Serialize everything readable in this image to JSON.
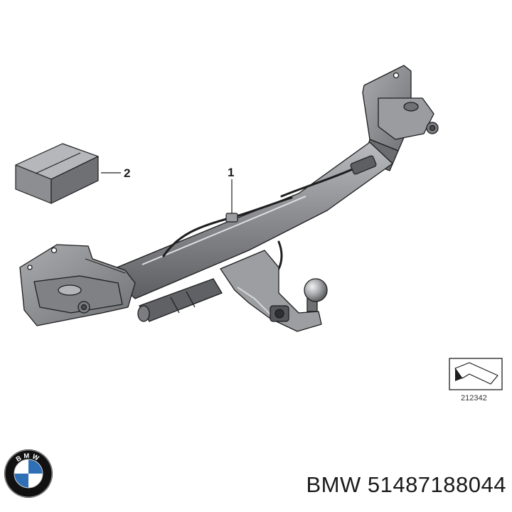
{
  "diagram": {
    "callouts": [
      {
        "id": "1",
        "label": "1"
      },
      {
        "id": "2",
        "label": "2"
      }
    ],
    "reference_number": "212342"
  },
  "caption": {
    "brand": "BMW",
    "part_number": "51487188044",
    "text": "BMW 51487188044"
  },
  "logo": {
    "letters": "BMW",
    "colors": {
      "ring": "#111111",
      "blue": "#2f6fb5",
      "white": "#ffffff"
    }
  },
  "colors": {
    "part_fill": "#8c8e92",
    "part_dark": "#5b5d61",
    "part_light": "#b7b9bc",
    "outline": "#1e1e1e"
  }
}
